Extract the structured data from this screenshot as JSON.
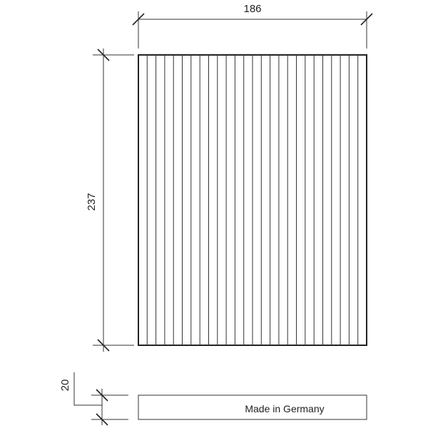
{
  "dimensions": {
    "width": "186",
    "height": "237",
    "thickness": "20"
  },
  "label": "Made in Germany",
  "pleat_count": 25,
  "colors": {
    "line": "#222222",
    "background": "#ffffff"
  }
}
